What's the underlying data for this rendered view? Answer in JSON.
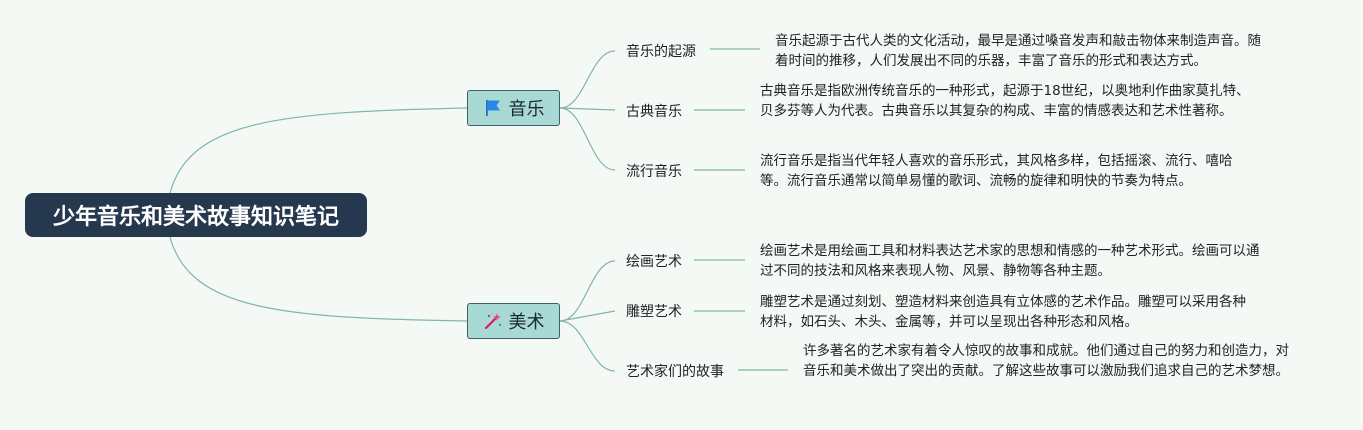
{
  "root": {
    "title": "少年音乐和美术故事知识笔记"
  },
  "branches": [
    {
      "label": "音乐",
      "icon": "flag-icon",
      "children": [
        {
          "label": "音乐的起源",
          "note": "音乐起源于古代人类的文化活动，最早是通过嗓音发声和敲击物体来制造声音。随着时间的推移，人们发展出不同的乐器，丰富了音乐的形式和表达方式。"
        },
        {
          "label": "古典音乐",
          "note": "古典音乐是指欧洲传统音乐的一种形式，起源于18世纪，以奥地利作曲家莫扎特、贝多芬等人为代表。古典音乐以其复杂的构成、丰富的情感表达和艺术性著称。"
        },
        {
          "label": "流行音乐",
          "note": "流行音乐是指当代年轻人喜欢的音乐形式，其风格多样，包括摇滚、流行、嘻哈等。流行音乐通常以简单易懂的歌词、流畅的旋律和明快的节奏为特点。"
        }
      ]
    },
    {
      "label": "美术",
      "icon": "magic-wand-icon",
      "children": [
        {
          "label": "绘画艺术",
          "note": "绘画艺术是用绘画工具和材料表达艺术家的思想和情感的一种艺术形式。绘画可以通过不同的技法和风格来表现人物、风景、静物等各种主题。"
        },
        {
          "label": "雕塑艺术",
          "note": "雕塑艺术是通过刻划、塑造材料来创造具有立体感的艺术作品。雕塑可以采用各种材料，如石头、木头、金属等，并可以呈现出各种形态和风格。"
        },
        {
          "label": "艺术家们的故事",
          "note": "许多著名的艺术家有着令人惊叹的故事和成就。他们通过自己的努力和创造力，对音乐和美术做出了突出的贡献。了解这些故事可以激励我们追求自己的艺术梦想。"
        }
      ]
    }
  ],
  "colors": {
    "background": "#f5f9f6",
    "root": "#25384e",
    "branch": "#a9d9d4",
    "line": "#7fb8a4"
  }
}
